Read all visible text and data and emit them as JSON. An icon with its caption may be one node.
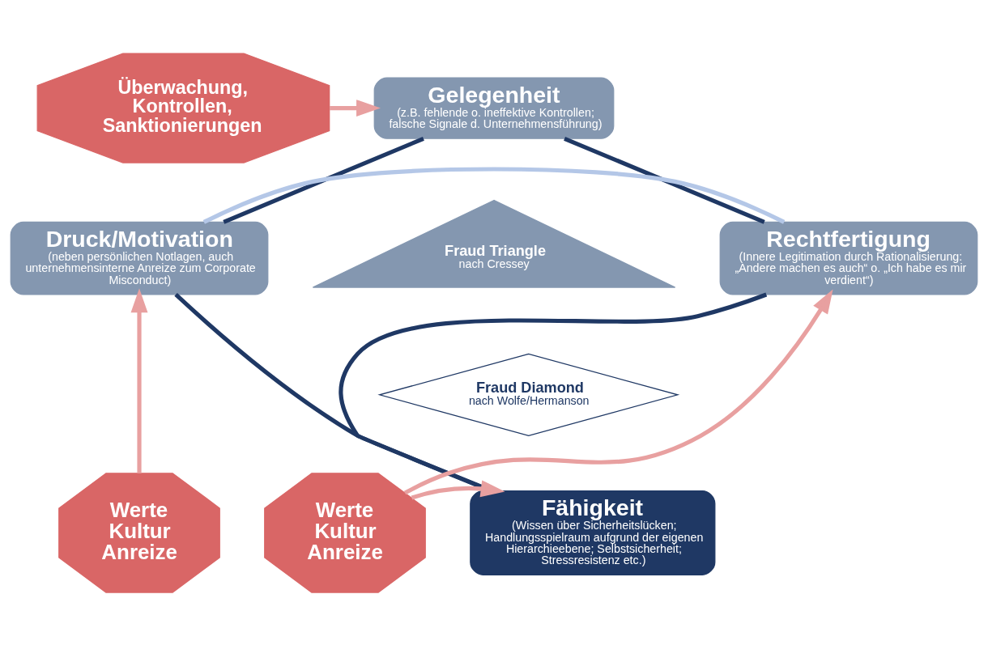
{
  "diagram": {
    "nodes": [
      {
        "text": [
          "Gelegenheit",
          "(z.B. fehlende o. ineffektive Kontrollen; falsche Signale d. Unternehmensführung)"
        ]
      },
      {
        "text": [
          "Druck/Motivation",
          "(neben persönlichen Notlagen, auch unternehmensinterne Anreize zum Corporate Misconduct)"
        ]
      },
      {
        "text": [
          "Rechtfertigung",
          "(Innere Legitimation durch Rationalisierung: „Andere machen es auch“ o. „Ich habe es mir verdient“)"
        ]
      },
      {
        "text": [
          "Fähigkeit",
          "(Wissen über Sicherheitslücken; Handlungsspielraum aufgrund der eigenen Hierarchieebene; Selbstsicherheit; Stressresistenz etc.)"
        ]
      },
      {
        "text": [
          "Fraud Triangle",
          "nach Cressey"
        ]
      },
      {
        "text": [
          "Fraud Diamond",
          "nach Wolfe/Hermanson"
        ]
      },
      {
        "text": [
          "Überwachung, Kontrollen, Sanktionierungen"
        ]
      },
      {
        "text": [
          "Werte Kultur Anreize"
        ]
      },
      {
        "text": [
          "Werte Kultur Anreize"
        ]
      }
    ],
    "edges": [
      {
        "from": 0,
        "to": 2,
        "arrow": "none"
      },
      {
        "from": 2,
        "to": 3,
        "arrow": "none"
      },
      {
        "from": 3,
        "to": 1,
        "arrow": "none"
      },
      {
        "from": 1,
        "to": 0,
        "arrow": "none"
      },
      {
        "from": 1,
        "to": 2,
        "arrow": "none",
        "color": "#b4c7e7"
      },
      {
        "from": 6,
        "to": 0,
        "arrow": "to",
        "color": "#e8a0a0"
      },
      {
        "from": 7,
        "to": 1,
        "arrow": "to",
        "color": "#e8a0a0"
      },
      {
        "from": 8,
        "to": 2,
        "arrow": "to",
        "color": "#e8a0a0"
      },
      {
        "from": 8,
        "to": 3,
        "arrow": "to",
        "color": "#e8a0a0"
      }
    ]
  }
}
